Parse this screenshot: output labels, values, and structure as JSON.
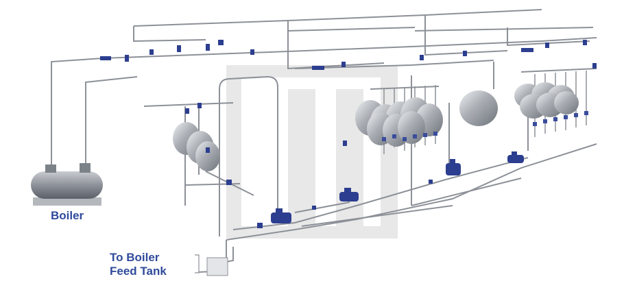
{
  "labels": {
    "boiler": "Boiler",
    "feed_tank_line1": "To Boiler",
    "feed_tank_line2": "Feed Tank"
  },
  "colors": {
    "pipe": "#8c9097",
    "pipe_dark": "#5e636b",
    "steam_trap": "#2c3e8f",
    "valve": "#2c3e8f",
    "vessel": "#9ea3aa",
    "label": "#2f4a9a",
    "watermark": "#e2e2e2"
  },
  "icons": {
    "steam_trap": "steam-trap-icon",
    "valve": "valve-icon",
    "dryer_cylinder": "dryer-cylinder-icon"
  }
}
